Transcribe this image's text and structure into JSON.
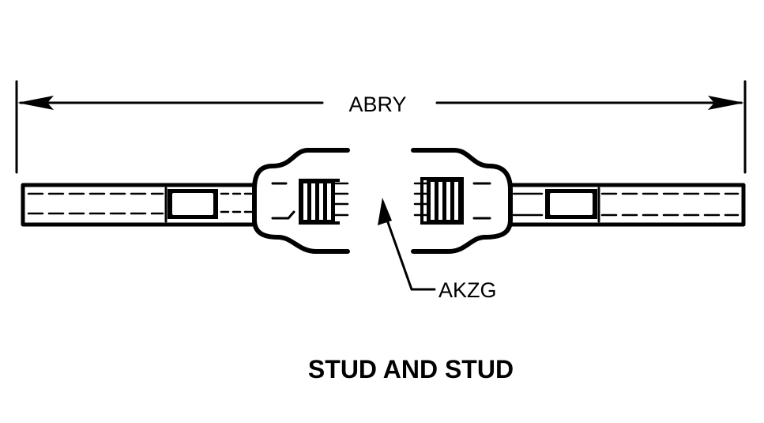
{
  "labels": {
    "overall_length": "ABRY",
    "callout": "AKZG",
    "caption": "STUD AND STUD"
  }
}
